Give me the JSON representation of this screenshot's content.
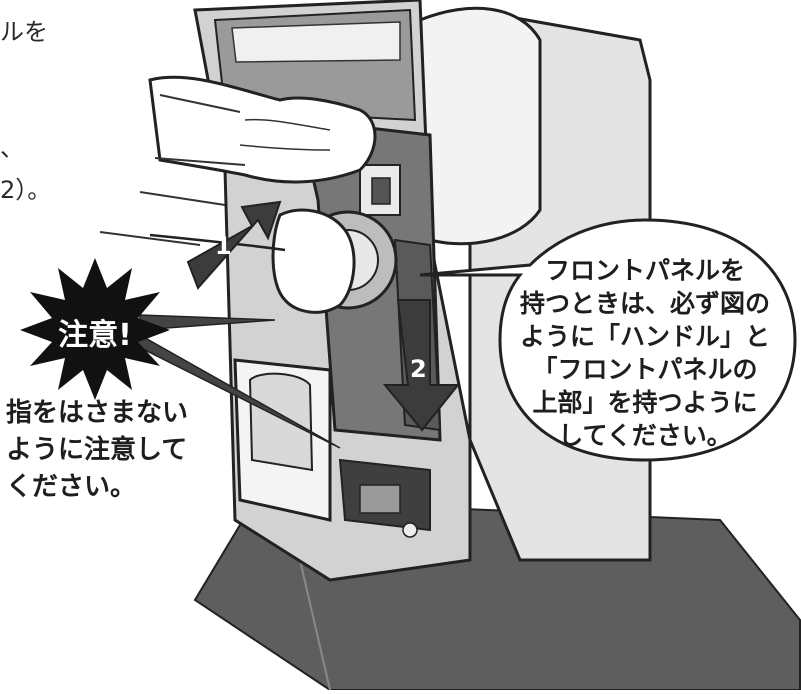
{
  "left_text_fragments": [
    "ルを",
    "、",
    "2）。"
  ],
  "caution_badge": {
    "label": "注意!"
  },
  "caution_note": {
    "lines": [
      "指をはさまない",
      "ように注意して",
      "ください。"
    ]
  },
  "bubble_note": {
    "lines": [
      "フロントパネルを",
      "持つときは、必ず図の",
      "ように「ハンドル」と",
      "「フロントパネルの",
      "上部」を持つように",
      "してください。"
    ]
  },
  "step_arrows": [
    {
      "label": "1"
    },
    {
      "label": "2"
    }
  ],
  "colors": {
    "machine_dark": "#5a5a5a",
    "machine_mid": "#8e8e8e",
    "machine_light": "#d6d6d6",
    "arrow": "#3c3c3c",
    "line": "#333333"
  },
  "icons": [
    "hand-icon",
    "knob-icon",
    "warning-burst-icon"
  ]
}
